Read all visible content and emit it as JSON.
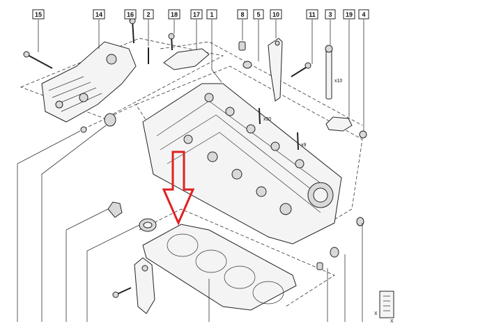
{
  "callouts": [
    {
      "id": "c15",
      "label": "15"
    },
    {
      "id": "c14",
      "label": "14"
    },
    {
      "id": "c16",
      "label": "16"
    },
    {
      "id": "c2",
      "label": "2"
    },
    {
      "id": "c18",
      "label": "18"
    },
    {
      "id": "c17",
      "label": "17"
    },
    {
      "id": "c1",
      "label": "1"
    },
    {
      "id": "c8",
      "label": "8"
    },
    {
      "id": "c5",
      "label": "5"
    },
    {
      "id": "c10",
      "label": "10"
    },
    {
      "id": "c11",
      "label": "11"
    },
    {
      "id": "c3",
      "label": "3"
    },
    {
      "id": "c19",
      "label": "19"
    },
    {
      "id": "c4",
      "label": "4"
    }
  ],
  "quantity_notes": {
    "x10": "x10",
    "x30": "x30",
    "x9": "x9"
  },
  "axis_marks": {
    "x": "X"
  },
  "highlight": {
    "arrow_color": "#e02020",
    "target": "cylinder-head-gasket"
  }
}
